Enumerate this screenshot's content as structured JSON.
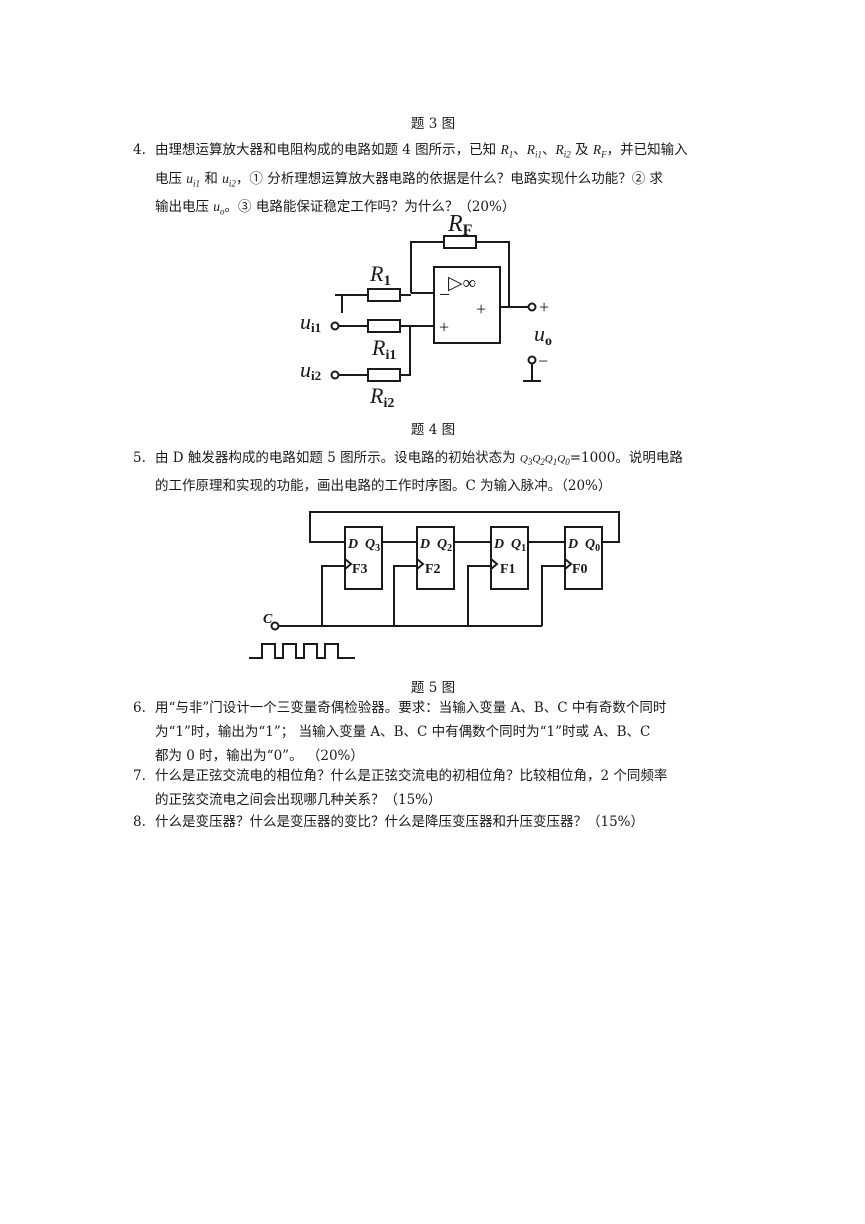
{
  "captions": {
    "fig3": "题 3 图",
    "fig4": "题 4 图",
    "fig5": "题 5 图"
  },
  "q4": {
    "number": "4.",
    "l1_a": "由理想运算放大器和电阻构成的电路如题 4 图所示，已知 ",
    "l1_b": "、",
    "l1_c": "、",
    "l1_d": " 及 ",
    "l1_e": "，并已知输入",
    "l2_a": "电压 ",
    "l2_b": " 和 ",
    "l2_c": "，① 分析理想运算放大器电路的依据是什么？电路实现什么功能？② 求",
    "l3_a": "输出电压 ",
    "l3_b": "。③ 电路能保证稳定工作吗？为什么？（20%）",
    "sym_R1": "R",
    "sym_R1_sub": "1",
    "sym_Ri1": "R",
    "sym_Ri1_sub": "i1",
    "sym_Ri2": "R",
    "sym_Ri2_sub": "i2",
    "sym_RF": "R",
    "sym_RF_sub": "F",
    "sym_ui1": "u",
    "sym_ui1_sub": "i1",
    "sym_ui2": "u",
    "sym_ui2_sub": "i2",
    "sym_uo": "u",
    "sym_uo_sub": "o"
  },
  "fig4": {
    "RF": "R",
    "RF_sub": "F",
    "R1": "R",
    "R1_sub": "1",
    "Ri1": "R",
    "Ri1_sub": "i1",
    "Ri2": "R",
    "Ri2_sub": "i2",
    "ui1": "u",
    "ui1_sub": "i1",
    "ui2": "u",
    "ui2_sub": "i2",
    "uo": "u",
    "uo_sub": "o",
    "opamp_symbol": "▷∞",
    "minus": "−",
    "plus": "+",
    "out_plus": "+",
    "out_plus2": "+",
    "out_minus": "−"
  },
  "q5": {
    "number": "5.",
    "l1_a": "由 D 触发器构成的电路如题 5 图所示。设电路的初始状态为 ",
    "l1_state": "Q",
    "l1_b": "=1000。说明电路",
    "l2": "的工作原理和实现的功能，画出电路的工作时序图。C 为输入脉冲。（20%）"
  },
  "fig5": {
    "flipflops": [
      {
        "d": "D",
        "q": "Q",
        "q_sub": "3",
        "name": "F3"
      },
      {
        "d": "D",
        "q": "Q",
        "q_sub": "2",
        "name": "F2"
      },
      {
        "d": "D",
        "q": "Q",
        "q_sub": "1",
        "name": "F1"
      },
      {
        "d": "D",
        "q": "Q",
        "q_sub": "0",
        "name": "F0"
      }
    ],
    "clock_label": "C"
  },
  "q6": {
    "number": "6.",
    "l1": "用“与非”门设计一个三变量奇偶检验器。要求：当输入变量 A、B、C 中有奇数个同时",
    "l2": "为“1”时，输出为“1”；  当输入变量 A、B、C 中有偶数个同时为“1”时或 A、B、C",
    "l3": "都为 0 时，输出为“0”。 （20%）"
  },
  "q7": {
    "number": "7.",
    "l1": "什么是正弦交流电的相位角？什么是正弦交流电的初相位角？比较相位角，2 个同频率",
    "l2": "的正弦交流电之间会出现哪几种关系？（15%）"
  },
  "q8": {
    "number": "8.",
    "l1": "什么是变压器？什么是变压器的变比？什么是降压变压器和升压变压器？（15%）"
  }
}
